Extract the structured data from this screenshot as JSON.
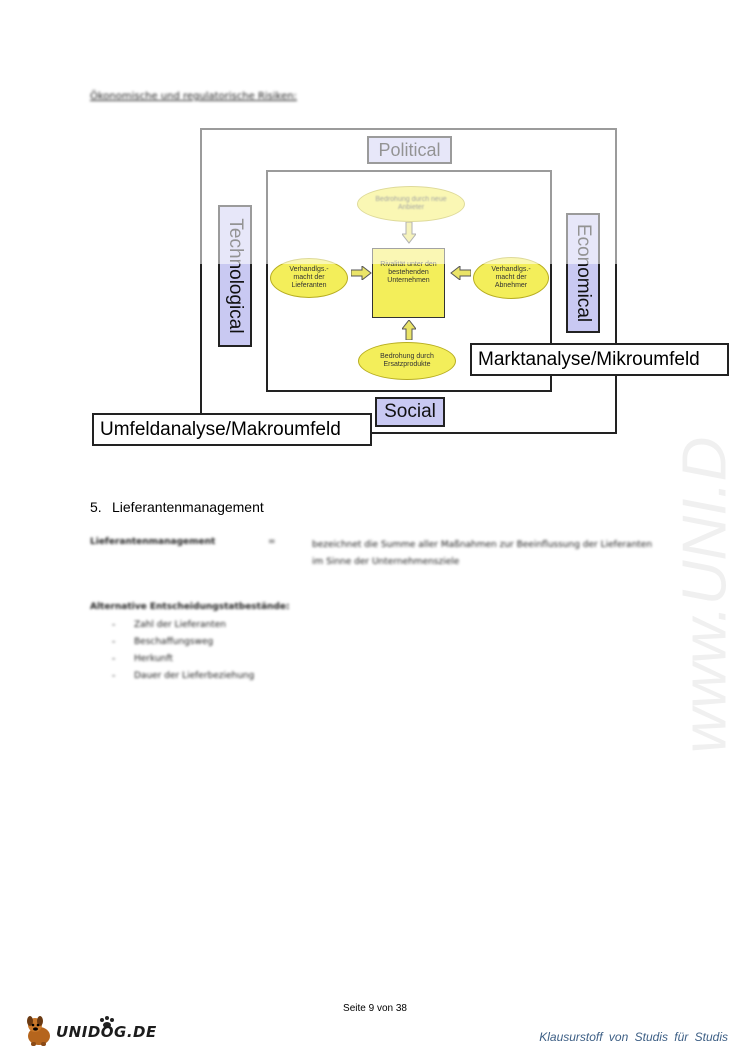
{
  "heading": "Ökonomische und regulatorische Risiken:",
  "diagram": {
    "political": "Political",
    "social": "Social",
    "technological": "Technological",
    "economical": "Economical",
    "markt_label": "Marktanalyse/Mikroumfeld",
    "umfeld_label": "Umfeldanalyse/Makroumfeld",
    "ellipse_top": "Bedrohung durch neue Anbieter",
    "ellipse_left": "Verhandlgs.-\nmacht der\nLieferanten",
    "ellipse_right": "Verhandlgs.-\nmacht der\nAbnehmer",
    "ellipse_bottom": "Bedrohung durch\nErsatzprodukte",
    "center": "Rivalität unter den\nbestehenden\nUnternehmen",
    "colors": {
      "label_fill": "#c9c9f2",
      "force_fill": "#f3ee5a"
    }
  },
  "section": {
    "number": "5.",
    "title": "Lieferantenmanagement",
    "definition_term": "Lieferantenmanagement",
    "definition_eq": "=",
    "definition_text": "bezeichnet die Summe aller Maßnahmen zur Beeinflussung der Lieferanten im Sinne der Unternehmensziele",
    "alt_heading": "Alternative Entscheidungstatbestände:",
    "alt_items": [
      "Zahl der Lieferanten",
      "Beschaffungsweg",
      "Herkunft",
      "Dauer der Lieferbeziehung"
    ]
  },
  "watermark": "www.UNI.D",
  "footer": {
    "page": "Seite 9 von 38",
    "logo_text": "UNIDOG.DE",
    "tagline": "Klausurstoff von Studis für Studis"
  }
}
